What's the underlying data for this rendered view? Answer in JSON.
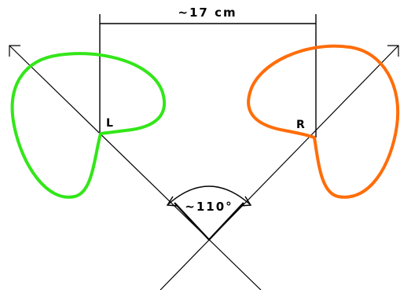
{
  "diagram": {
    "spacing_label": "~17 cm",
    "angle_label": "~110°",
    "left_mic_label": "L",
    "right_mic_label": "R",
    "colors": {
      "left_pattern": "#33e619",
      "right_pattern": "#ff6d0a",
      "lines": "#000000"
    }
  }
}
